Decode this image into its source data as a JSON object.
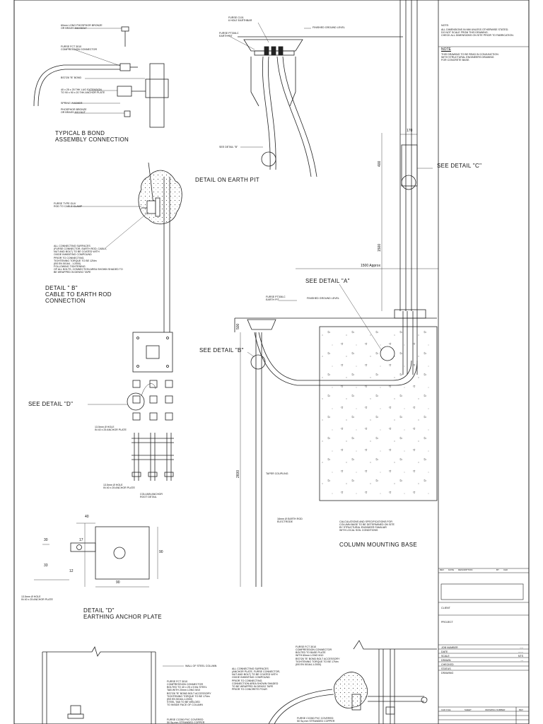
{
  "detail_b_bond": {
    "labels": [
      "60mm LONG PHOSPHOR BRONZE\nOR BRASS M10 BOLT",
      "FURSE FCT 3010\nCOMPRESSION CONNECTOR",
      "BS7/26 \"B\" BOND",
      "40 x 25 x 25 THK LUG EXTENSION\nTO 90 x 90 x 20 THK ANCHOR PLATE",
      "SPRING WASHER",
      "PHOSPHOR BRONZE\nOR BRASS M10 NUT"
    ],
    "title": "TYPICAL B BOND\nASSEMBLY CONNECTION"
  },
  "earth_pit": {
    "labels": [
      "FURSE C101\n6 HOLE EARTHBAR",
      "FURSE PT308-C\nEARTH PIT",
      "FINISHED GROUND LEVEL",
      "SEE DETAIL \"B\""
    ],
    "title": "DETAIL ON EARTH PIT"
  },
  "detail_b_rod": {
    "labels": [
      "FURSE TYPE GUV\nROD TO CABLE CLAMP",
      "ALL CONNECTING SURFACES\n(FURSE CONNECTOR, EARTH ROD, CABLE,\nNUT AND BOLT) TO BE COATED WITH\nOXIDE INHIBITING COMPOUND\nPRIOR TO CONNECTING.\nTIGHTENING TORQUE TO BE 12Nm\n(BS EN 50164 - 1:2000)\nFOLLOWING TIGHTENING\nOF ALL BOLTS, CONNECTION AREA SHOWN SHADED TO\nBE WRAPPED IN DENSO TAPE"
    ],
    "title": "DETAIL \" B\"\nCABLE TO EARTH ROD\nCONNECTION"
  },
  "anchor_plate": {
    "see_detail": "SEE DETAIL \"D\"",
    "labels": [
      "13.5mm Ø HOLE\nIN 40 x 25 ANCHOR PLATE",
      "13.5mm Ø HOLE\nIN 40 x 25 ANCHOR PLATE",
      "COLUMN ANCHOR\nROOT DETAIL"
    ]
  },
  "detail_d": {
    "dims": [
      "40",
      "17",
      "30",
      "33",
      "12",
      "90",
      "90"
    ],
    "labels": [
      "13.5mm Ø HOLE\nIN 40 x 25 ANCHOR PLATE"
    ],
    "title": "DETAIL \"D\"\nEARTHING ANCHOR PLATE"
  },
  "column_base": {
    "dims": [
      "170",
      "400",
      "1500",
      "1500 Approx",
      "500",
      "2600"
    ],
    "see_details": [
      "SEE DETAIL \"C\"",
      "SEE DETAIL \"A\"",
      "SEE DETAIL \"B\""
    ],
    "labels": [
      "FINISHED GROUND LEVEL",
      "FURSE PT308-C\nEARTH PIT",
      "FINISHED GROUND LEVEL",
      "TAPER COUPLING",
      "16mm Ø EARTH ROD\nELECTRODE",
      "CALCULATIONS AND SPECIFICATIONS FOR\nCOLUMN BASE TO BE DETERMINED ON SITE\nBY STRUCTURAL ENGINEER FAMILIAR\nWITH LOCAL SOIL CONDITIONS"
    ],
    "title": "COLUMN MOUNTING BASE"
  },
  "bottom_details": {
    "labels": [
      "WALL OF STEEL COLUMN",
      "FURSE FCT 3010\nCOMPRESSION CONNECTOR\nBOLTED TO 40 x 25 x 5 thk STEEL\nTAB WITH 20mm LONG M10\nBS7/26 \"B\" BOND BOLT ACCESSORY\nTIGHTENING TORQUE TO BE 17Nm\n(BS EN 50164-1:2000)\nSTEEL TAB TO BE WELDED\nTO INSIDE FACE OF COLUMN",
      "FURSE CC050 PVC COVERED\n50 Sq mm STRANDED COPPER",
      "ALL CONNECTING SURFACES\n(ANCHOR PLATE, FURSE CONNECTOR,\nNUT AND BOLT) TO BE COATED WITH\nOXIDE INHIBITING COMPOUND\nPRIOR TO CONNECTING.\nCONNECTION AREA SHOWN SHADED\nTO BE WRAPPED IN DENSO TAPE\nPRIOR TO CONCRETE POUR",
      "FURSE FCT 3010\nCOMPRESSION CONNECTOR\nBOLTED TO BASE PLATE\nWITH 60mm LONG M10\nBS7/26 \"B\" BOND BOLT ACCESSORY\nTIGHTENING TORQUE TO BE 17Nm\n(BS EN 50164-1:2000)",
      "FURSE CC050 PVC COVERED\n50 Sq mm STRANDED COPPER"
    ]
  },
  "title_block": {
    "notes_heading_small": "NOTE:",
    "notes_small": "ALL DIMENSIONS IN MM UNLESS OTHERWISE STATED.\nDO NOT SCALE FROM THIS DRAWING.\nCHECK ALL DIMENSIONS ON SITE PRIOR TO FABRICATION.",
    "note_heading": "NOTE",
    "note_text": "THIS DRAWING TO BE READ IN CONJUNCTION\nWITH STRUCTURAL ENGINEERS DRAWING\nFOR CONCRETE BASE.",
    "rev_headers": [
      "REV",
      "DATE",
      "DESCRIPTION",
      "BY",
      "CHK"
    ],
    "client_label": "CLIENT",
    "project_label": "PROJECT",
    "fields": [
      {
        "label": "JOB NUMBER",
        "value": "----"
      },
      {
        "label": "DATE",
        "value": "------"
      },
      {
        "label": "SCALE",
        "value": "NTS"
      },
      {
        "label": "DRAWN",
        "value": "---"
      },
      {
        "label": "CHECKED",
        "value": ""
      },
      {
        "label": "STATUS",
        "value": ""
      },
      {
        "label": "DRAWING",
        "value": ""
      }
    ],
    "bottom_fields": [
      "CAD FILE",
      "SHEET",
      "DRAWING NUMBER",
      "REV"
    ]
  }
}
